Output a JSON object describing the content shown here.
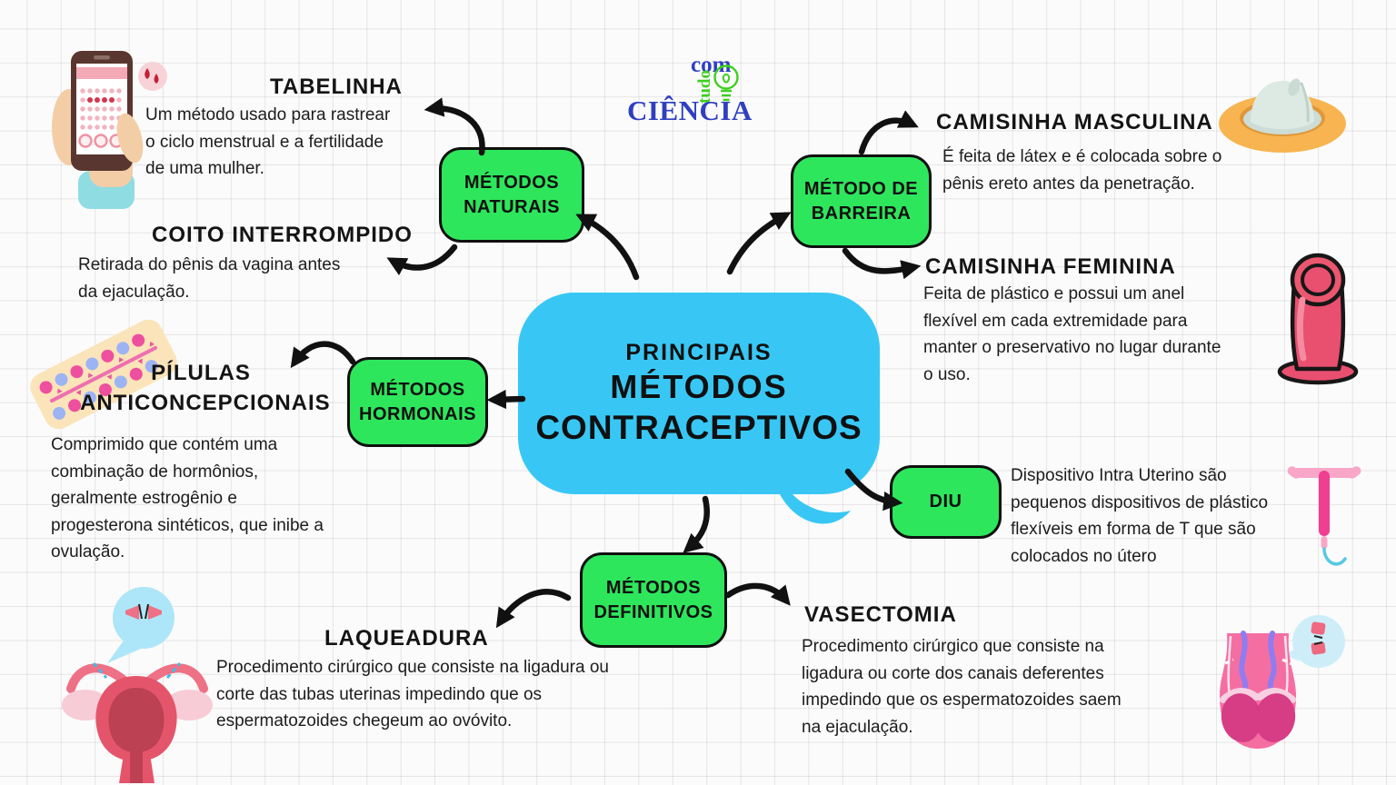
{
  "colors": {
    "node_green": "#2ee65c",
    "bubble_blue": "#38c7f4",
    "arrow_ink": "#111111",
    "logo_blue": "#2f3fc0",
    "logo_green": "#3ecf1e"
  },
  "logo": {
    "word_top": "com",
    "word_side": "tudo",
    "word_main": "CIÊNCIA"
  },
  "bubble": {
    "line1": "PRINCIPAIS",
    "line2": "MÉTODOS",
    "line3": "CONTRACEPTIVOS"
  },
  "nodes": {
    "naturais": "MÉTODOS NATURAIS",
    "barreira": "MÉTODO DE BARREIRA",
    "hormonais": "MÉTODOS HORMONAIS",
    "diu": "DIU",
    "definitivos": "MÉTODOS DEFINITIVOS"
  },
  "branches": {
    "tabelinha": {
      "title": "TABELINHA",
      "desc": "Um método usado para rastrear\no ciclo menstrual e a fertilidade\nde uma mulher."
    },
    "coito": {
      "title": "COITO INTERROMPIDO",
      "desc": "Retirada do pênis da vagina antes\nda ejaculação."
    },
    "camisinha_masculina": {
      "title": "CAMISINHA MASCULINA",
      "desc": "É feita de látex e é colocada sobre o\npênis ereto antes da penetração."
    },
    "camisinha_feminina": {
      "title": "CAMISINHA FEMININA",
      "desc": "Feita de plástico e possui um anel\nflexível em cada extremidade para\nmanter o preservativo no lugar durante\no uso."
    },
    "pilulas": {
      "title": "PÍLULAS ANTICONCEPCIONAIS",
      "desc": "Comprimido que contém uma\ncombinação de hormônios,\ngeralmente estrogênio e\nprogesterona sintéticos, que inibe a\novulação."
    },
    "diu": {
      "desc": "Dispositivo Intra Uterino são\npequenos dispositivos de plástico\nflexíveis em forma de T que são\ncolocados no útero"
    },
    "laqueadura": {
      "title": "LAQUEADURA",
      "desc": "Procedimento cirúrgico que consiste na ligadura ou\ncorte das tubas uterinas impedindo que os\nespermatozoides chegeum ao ovóvito."
    },
    "vasectomia": {
      "title": "VASECTOMIA",
      "desc": "Procedimento cirúrgico que consiste na\nligadura ou corte dos canais deferentes\nimpedindo que os espermatozoides saem\nna ejaculação."
    }
  },
  "icons": [
    "phone-calendar-icon",
    "lightbulb-icon",
    "male-condom-icon",
    "female-condom-icon",
    "pill-blister-icon",
    "iud-icon",
    "uterus-icon",
    "testicles-icon"
  ]
}
